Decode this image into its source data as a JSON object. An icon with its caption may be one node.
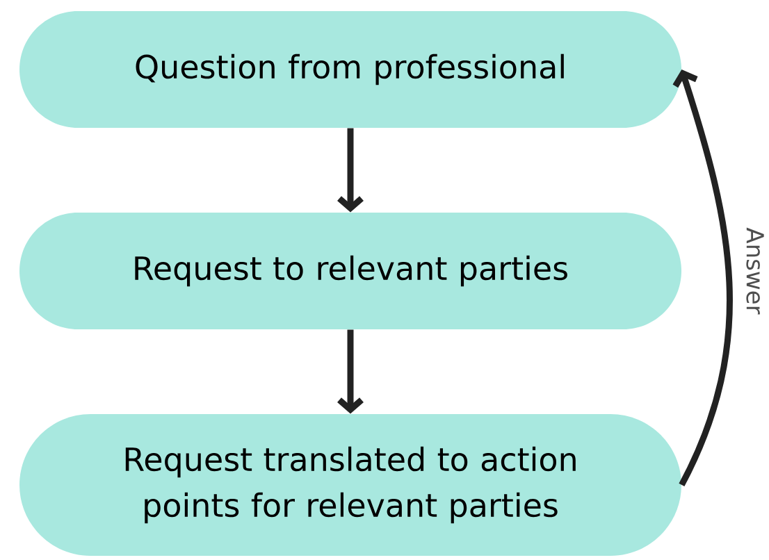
{
  "diagram": {
    "nodes": [
      {
        "text": [
          "Question from professional"
        ]
      },
      {
        "text": [
          "Request to relevant parties"
        ]
      },
      {
        "text": [
          "Request translated to action points for relevant parties"
        ]
      }
    ],
    "edges": [
      {
        "from": 0,
        "to": 1,
        "arrow": "to"
      },
      {
        "from": 1,
        "to": 2,
        "arrow": "to"
      },
      {
        "from": 2,
        "to": 0,
        "arrow": "to",
        "label": "Answer"
      }
    ]
  }
}
